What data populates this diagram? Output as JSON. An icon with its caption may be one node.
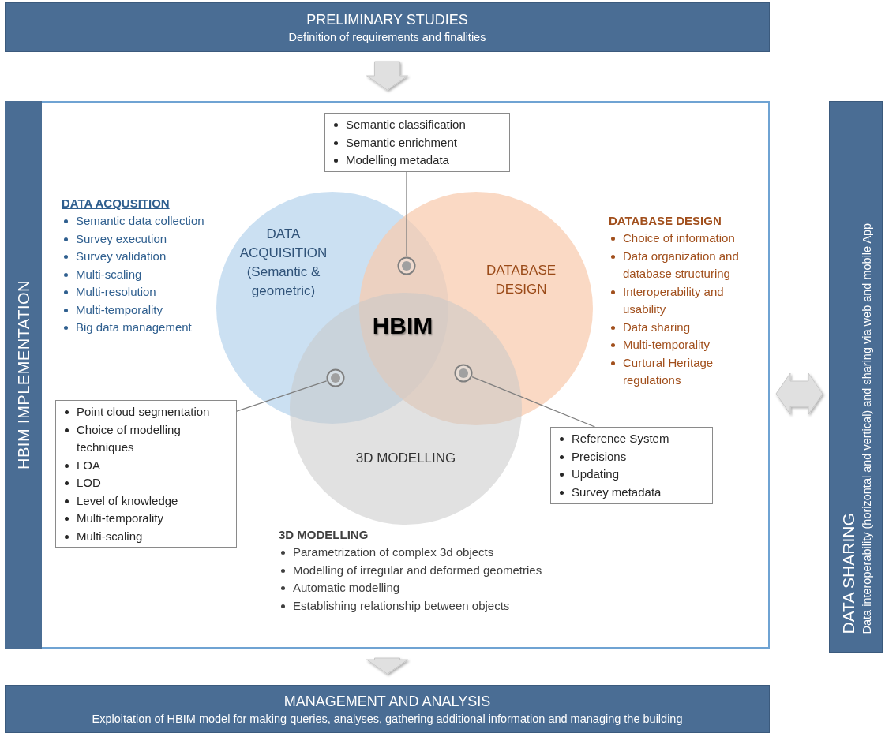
{
  "diagram": {
    "nodes": [
      {
        "text": [
          "PRELIMINARY STUDIES",
          "Definition of requirements and finalities"
        ]
      },
      {
        "text": [
          "HBIM IMPLEMENTATION"
        ]
      },
      {
        "text": [
          "DATA ACQUISITION (Semantic & geometric)"
        ],
        "in": 1
      },
      {
        "text": [
          "DATABASE DESIGN"
        ],
        "in": 1
      },
      {
        "text": [
          "3D MODELLING"
        ],
        "in": 1
      },
      {
        "text": [
          "Semantic classification",
          "Semantic enrichment",
          "Modelling metadata"
        ],
        "in": 1
      },
      {
        "text": [],
        "shape": "circle"
      },
      {
        "text": [
          "Point cloud segmentation",
          "Choice of modelling techniques",
          "LOA",
          "LOD",
          "Level of knowledge",
          "Multi-temporality",
          "Multi-scaling"
        ],
        "in": 1
      },
      {
        "text": [],
        "shape": "circle"
      },
      {
        "text": [],
        "shape": "circle"
      },
      {
        "text": [
          "Reference System",
          "Precisions",
          "Updating",
          "Survey metadata"
        ],
        "in": 1
      },
      {
        "text": [
          "DATA SHARING",
          "Data interoperability (horizontal and vertical) and sharing via web and mobile App"
        ]
      },
      {
        "text": [
          "MANAGEMENT AND ANALYSIS",
          "Exploitation of HBIM model for making queries, analyses, gathering additional information and managing the building"
        ]
      }
    ],
    "edges": [
      {
        "from": 0,
        "to": 1,
        "arrow": "to",
        "style": "thick",
        "color": "#e0e0e0"
      },
      {
        "from": 5,
        "to": 6,
        "arrow": "none"
      },
      {
        "from": 7,
        "to": 8,
        "arrow": "none"
      },
      {
        "from": 10,
        "to": 9,
        "arrow": "none"
      },
      {
        "from": 1,
        "to": 11,
        "arrow": "both",
        "style": "thick",
        "color": "#e0e0e0"
      },
      {
        "from": 1,
        "to": 12,
        "arrow": "to",
        "style": "thick",
        "color": "#e0e0e0"
      }
    ],
    "labels": [
      "HBIM",
      "DATA ACQUSITION",
      "Semantic data collection",
      "Survey execution",
      "Survey validation",
      "Multi-scaling",
      "Multi-resolution",
      "Multi-temporality",
      "Big data management",
      "DATABASE DESIGN",
      "Choice of information",
      "Data organization and database structuring",
      "Interoperability and usability",
      "Data sharing",
      "Multi-temporality",
      "Curtural Heritage regulations",
      "3D MODELLING",
      "Parametrization of complex 3d objects",
      "Modelling of irregular and deformed geometries",
      "Automatic modelling",
      "Establishing relationship between objects"
    ]
  }
}
